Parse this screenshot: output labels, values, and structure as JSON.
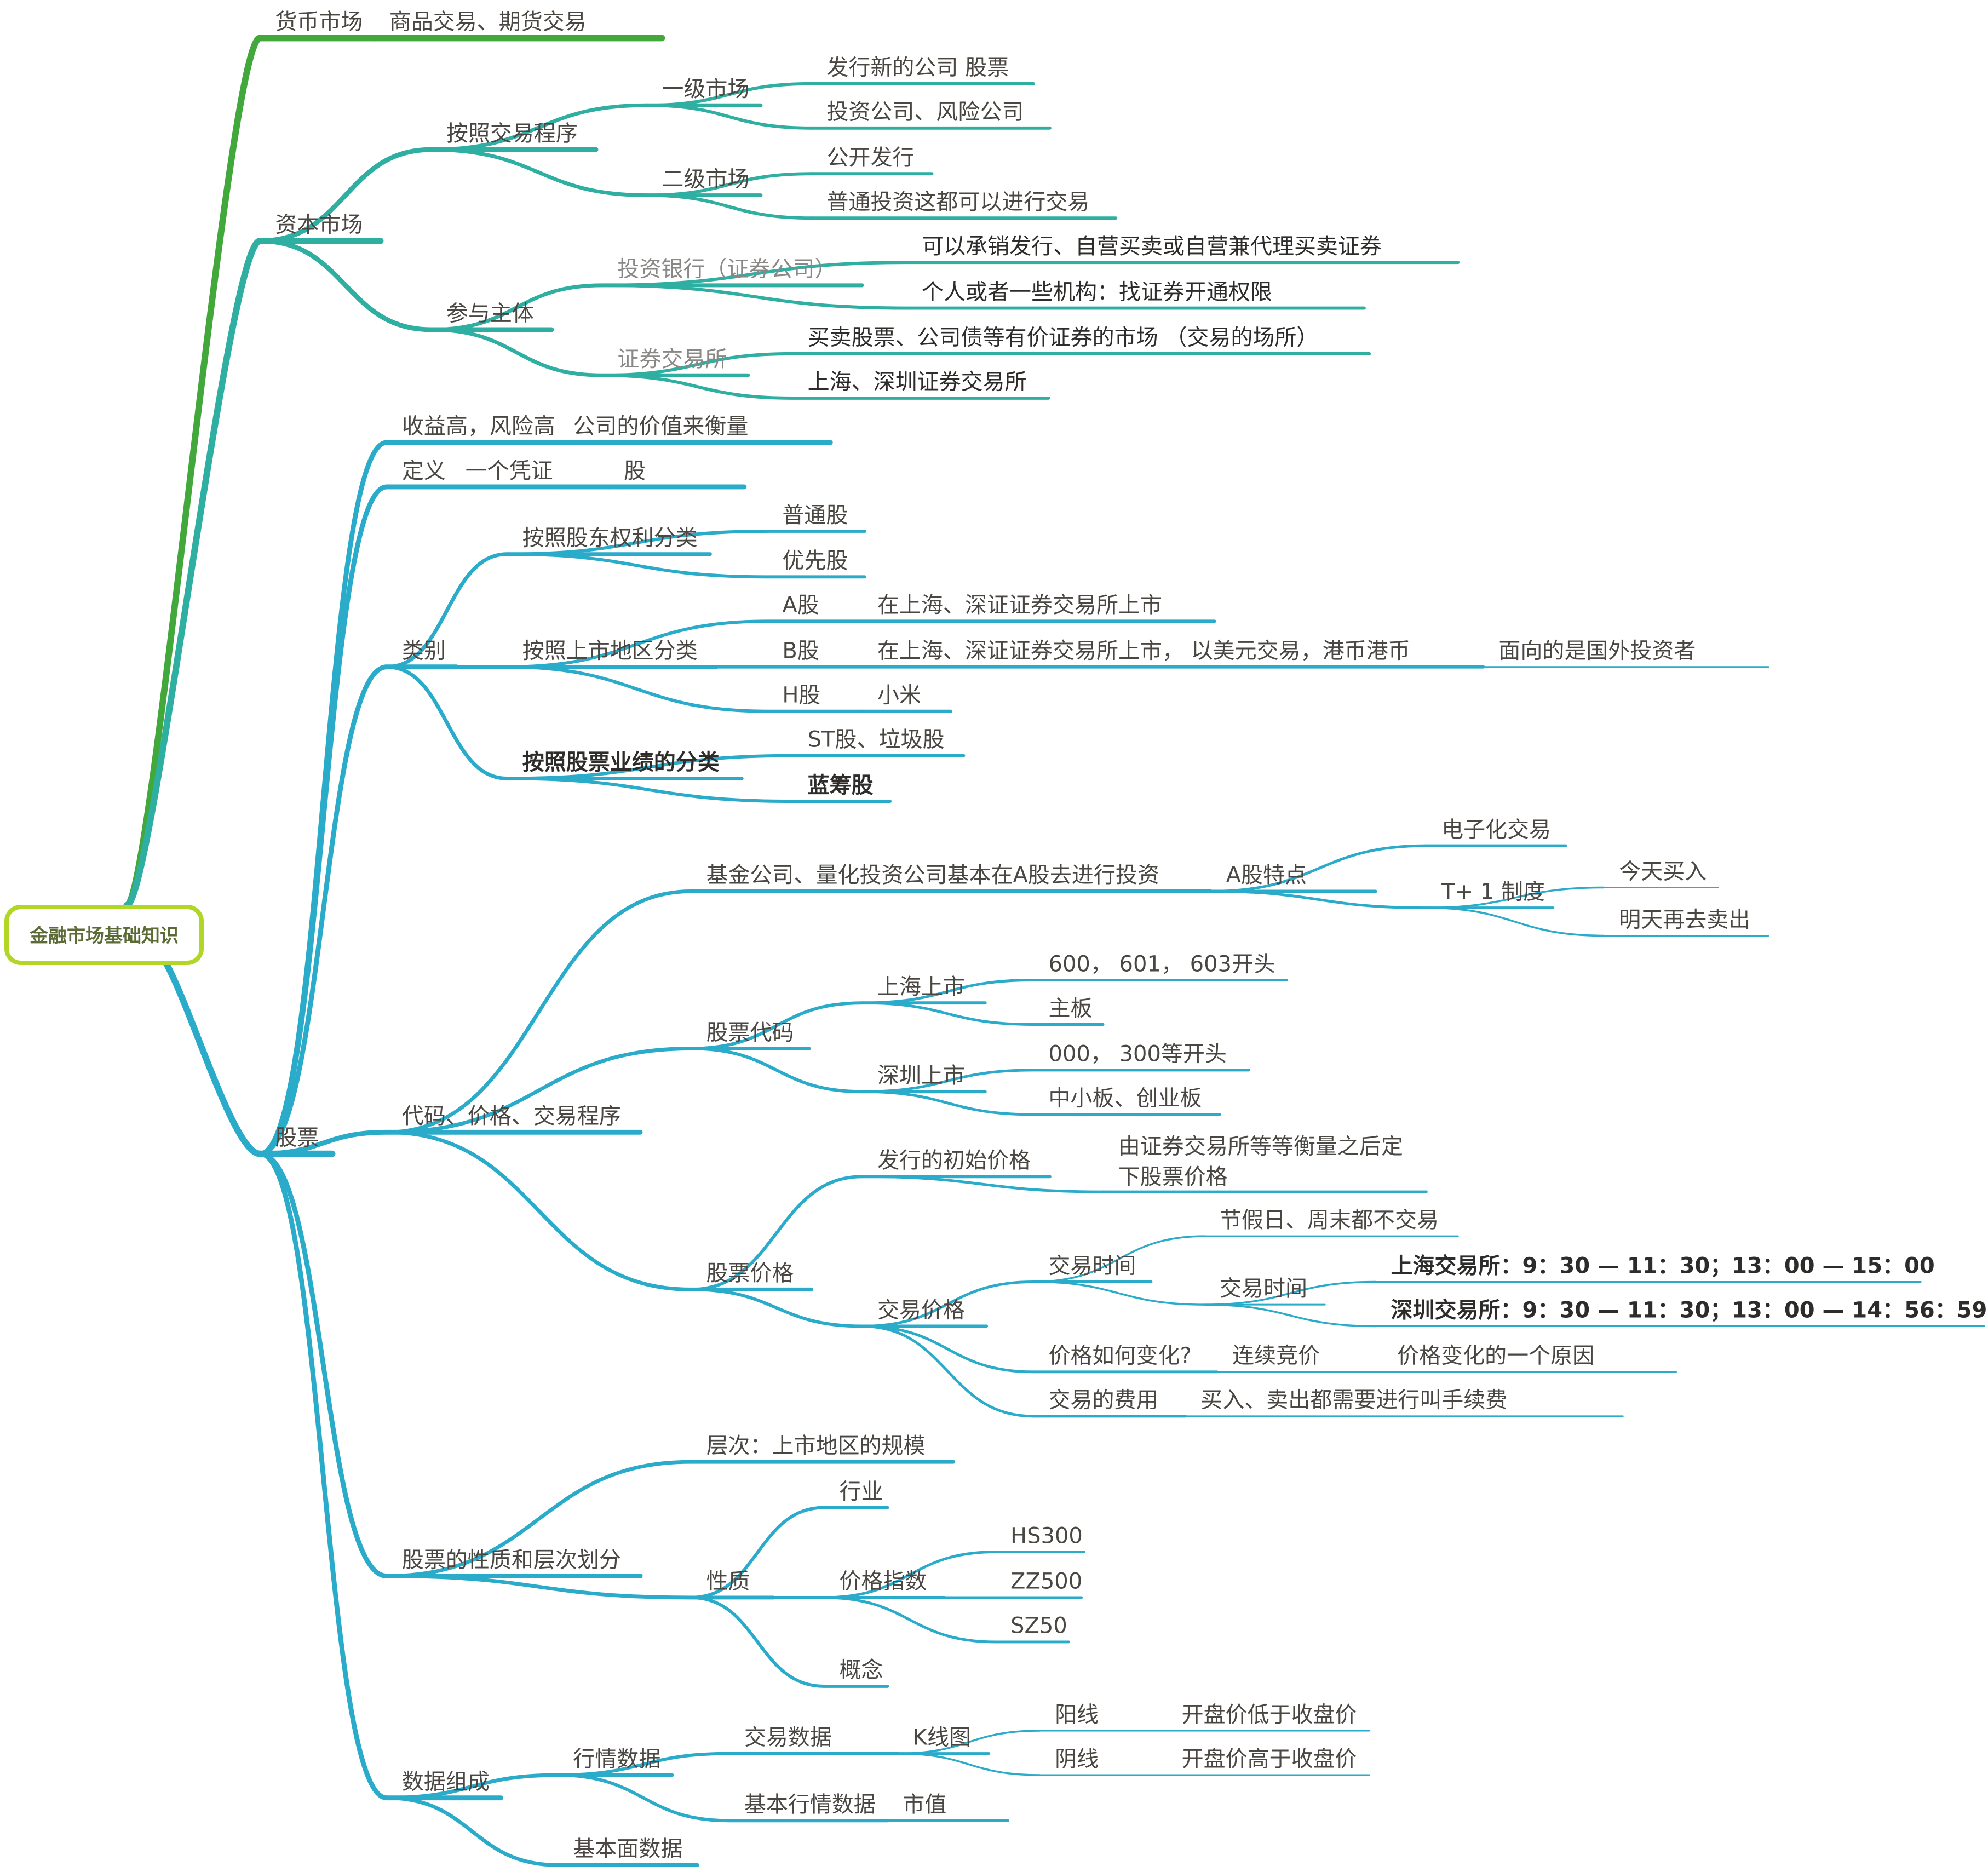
{
  "title": "金融市场基础知识",
  "colors": {
    "root_border": "#b1d625",
    "root_text": "#5a6b35",
    "branch_money": "#43a83c",
    "branch_capital": "#2eafa2",
    "branch_stock": "#2aabca",
    "text": "#4a4743",
    "text_gray": "#8a8886"
  },
  "nodes": {
    "money": "货币市场",
    "money_1": "商品交易、期货交易",
    "capital": "资本市场",
    "cap_proc": "按照交易程序",
    "cap_primary": "一级市场",
    "cap_primary_1": "发行新的公司 股票",
    "cap_primary_2": "投资公司、风险公司",
    "cap_secondary": "二级市场",
    "cap_secondary_1": "公开发行",
    "cap_secondary_2": "普通投资这都可以进行交易",
    "cap_part": "参与主体",
    "cap_ib": "投资银行（证券公司）",
    "cap_ib_1": "可以承销发行、自营买卖或自营兼代理买卖证券",
    "cap_ib_2": "个人或者一些机构：找证券开通权限",
    "cap_ex": "证券交易所",
    "cap_ex_1": "买卖股票、公司债等有价证券的市场 （交易的场所）",
    "cap_ex_2": "上海、深圳证券交易所",
    "stock": "股票",
    "s_risk": "收益高，风险高",
    "s_risk_1": "公司的价值来衡量",
    "s_def": "定义",
    "s_def_1": "一个凭证",
    "s_def_2": "股",
    "s_cat": "类别",
    "s_cat_rights": "按照股东权利分类",
    "s_cat_common": "普通股",
    "s_cat_pref": "优先股",
    "s_cat_region": "按照上市地区分类",
    "s_cat_a": "A股",
    "s_cat_a_1": "在上海、深证证券交易所上市",
    "s_cat_b": "B股",
    "s_cat_b_1": "在上海、深证证券交易所上市， 以美元交易，港币港币",
    "s_cat_b_2": "面向的是国外投资者",
    "s_cat_h": "H股",
    "s_cat_h_1": "小米",
    "s_cat_perf": "按照股票业绩的分类",
    "s_cat_st": "ST股、垃圾股",
    "s_cat_blue": "蓝筹股",
    "s_code": "代码、价格、交易程序",
    "s_fund": "基金公司、量化投资公司基本在A股去进行投资",
    "s_fund_feat": "A股特点",
    "s_fund_elec": "电子化交易",
    "s_fund_t1": "T+ 1 制度",
    "s_fund_t1_buy": "今天买入",
    "s_fund_t1_sell": "明天再去卖出",
    "s_stockcode": "股票代码",
    "s_sh": "上海上市",
    "s_sh_1": "600， 601， 603开头",
    "s_sh_2": "主板",
    "s_sz": "深圳上市",
    "s_sz_1": "000， 300等开头",
    "s_sz_2": "中小板、创业板",
    "s_price": "股票价格",
    "s_ipo": "发行的初始价格",
    "s_ipo_1a": "由证券交易所等等衡量之后定",
    "s_ipo_1b": "下股票价格",
    "s_trade": "交易价格",
    "s_time": "交易时间",
    "s_time_holiday": "节假日、周末都不交易",
    "s_time_2": "交易时间",
    "s_time_sh": "上海交易所：9：30 — 11：30；13：00 — 15：00",
    "s_time_sz": "深圳交易所：9：30 — 11：30；13：00 — 14：56：59",
    "s_change": "价格如何变化?",
    "s_change_1": "连续竞价",
    "s_change_2": "价格变化的一个原因",
    "s_fee": "交易的费用",
    "s_fee_1": "买入、卖出都需要进行叫手续费",
    "s_nature": "股票的性质和层次划分",
    "s_level": "层次：上市地区的规模",
    "s_prop": "性质",
    "s_industry": "行业",
    "s_index": "价格指数",
    "s_hs300": "HS300",
    "s_zz500": "ZZ500",
    "s_sz50": "SZ50",
    "s_concept": "概念",
    "s_data": "数据组成",
    "s_market": "行情数据",
    "s_tradedata": "交易数据",
    "s_kline": "K线图",
    "s_yang": "阳线",
    "s_yang_1": "开盘价低于收盘价",
    "s_yin": "阴线",
    "s_yin_1": "开盘价高于收盘价",
    "s_basicmkt": "基本行情数据",
    "s_mktcap": "市值",
    "s_fundamental": "基本面数据"
  }
}
